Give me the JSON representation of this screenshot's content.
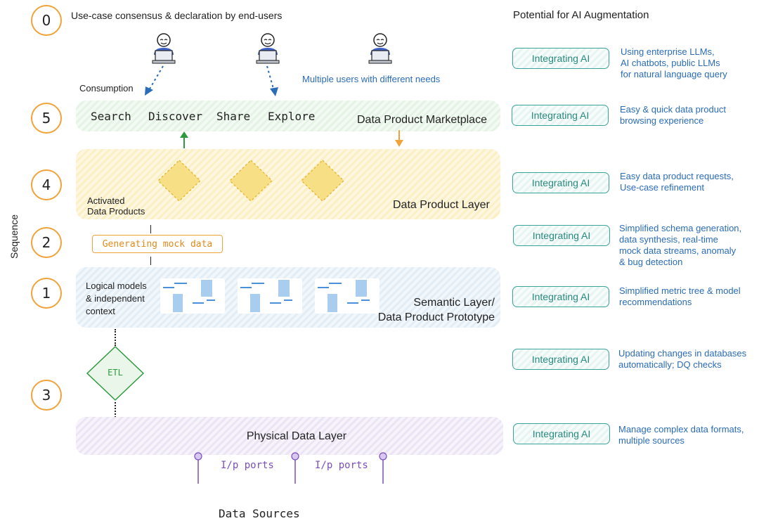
{
  "left_axis_label": "Sequence",
  "right_title": "Potential for AI Augmentation",
  "steps": [
    {
      "num": "0",
      "title": "Use-case consensus & declaration by end-users"
    },
    {
      "num": "5"
    },
    {
      "num": "4"
    },
    {
      "num": "2"
    },
    {
      "num": "1"
    },
    {
      "num": "3"
    }
  ],
  "users_note": "Multiple users with different needs",
  "consumption_label": "Consumption",
  "marketplace": {
    "actions": [
      "Search",
      "Discover",
      "Share",
      "Explore"
    ],
    "title": "Data Product Marketplace"
  },
  "product_layer": {
    "left_label": "Activated\nData Products",
    "title": "Data Product Layer"
  },
  "mock_data_label": "Generating mock data",
  "semantic_layer": {
    "left_label": "Logical models\n& independent\ncontext",
    "title": "Semantic Layer/\nData Product Prototype"
  },
  "etl_label": "ETL",
  "physical_layer": {
    "title": "Physical Data Layer",
    "ports": [
      "I/p ports",
      "I/p ports"
    ]
  },
  "data_sources_label": "Data Sources",
  "ai_rows": [
    {
      "button": "Integrating AI",
      "desc": "Using enterprise LLMs,\nAI chatbots, public LLMs\nfor natural language query"
    },
    {
      "button": "Integrating AI",
      "desc": "Easy & quick data product\nbrowsing experience"
    },
    {
      "button": "Integrating AI",
      "desc": "Easy data product requests,\nUse-case refinement"
    },
    {
      "button": "Integrating AI",
      "desc": "Simplified schema generation,\ndata synthesis, real-time\nmock data streams, anomaly\n& bug detection"
    },
    {
      "button": "Integrating AI",
      "desc": "Simplified metric tree & model\nrecommendations"
    },
    {
      "button": "Integrating AI",
      "desc": "Updating changes in databases\nautomatically; DQ checks"
    },
    {
      "button": "Integrating AI",
      "desc": "Manage complex data formats,\nmultiple sources"
    }
  ],
  "colors": {
    "step_ring": "#f0a33a",
    "ai_border": "#3aa39a",
    "ai_text": "#2a8a80",
    "desc_text": "#2a6cb8",
    "arrow_blue": "#2a6cb8",
    "arrow_green": "#2e9a3e",
    "arrow_orange": "#f0a33a",
    "port_purple": "#7a4ec0"
  }
}
